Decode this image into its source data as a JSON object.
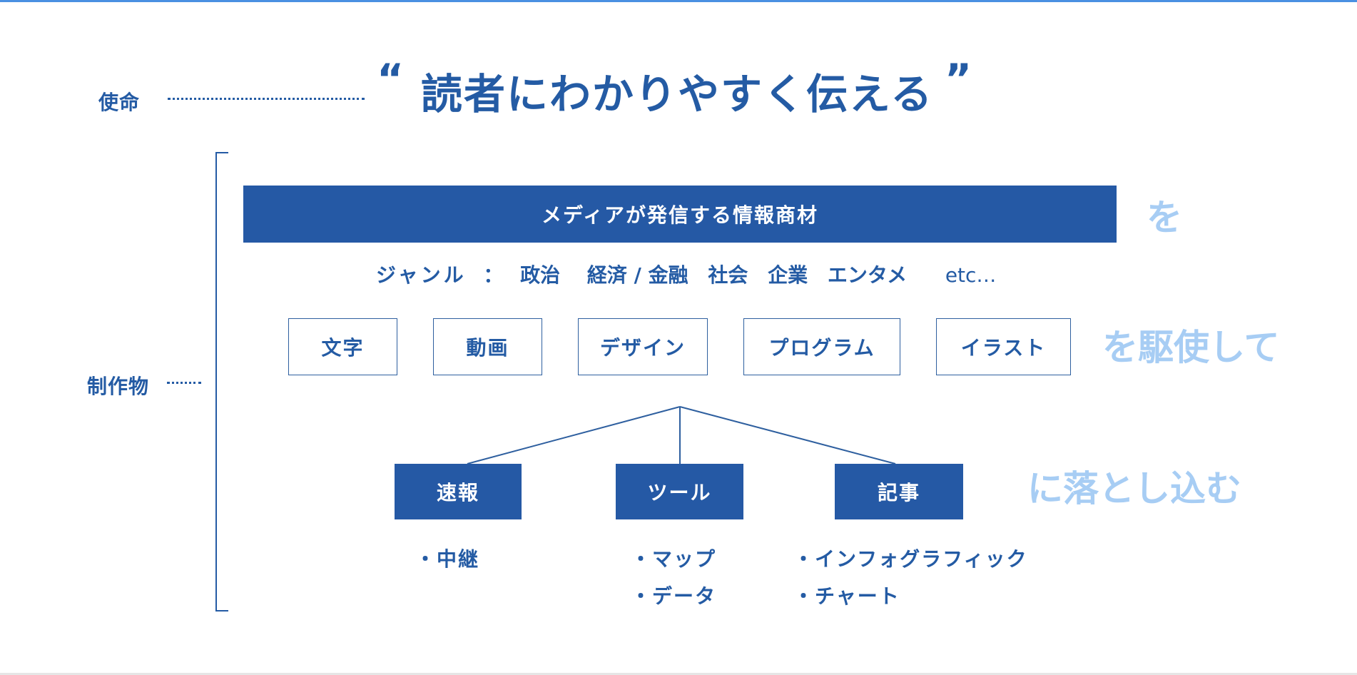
{
  "mission": {
    "label": "使命",
    "open_quote": "“",
    "text": "読者にわかりやすく伝える",
    "close_quote": "”"
  },
  "products": {
    "label": "制作物"
  },
  "media": {
    "banner": "メディアが発信する情報商材",
    "accent": "を"
  },
  "genre": {
    "label": "ジャンル",
    "separator": "：",
    "items": [
      "政治",
      "経済 / 金融",
      "社会",
      "企業",
      "エンタメ",
      "etc…"
    ]
  },
  "skills": {
    "items": [
      "文字",
      "動画",
      "デザイン",
      "プログラム",
      "イラスト"
    ],
    "accent": "を駆使して"
  },
  "outputs": {
    "items": [
      {
        "title": "速報",
        "bullets": [
          "・中継"
        ]
      },
      {
        "title": "ツール",
        "bullets": [
          "・マップ",
          "・データ"
        ]
      },
      {
        "title": "記事",
        "bullets": [
          "・インフォグラフィック",
          "・チャート"
        ]
      }
    ],
    "accent": "に落とし込む"
  },
  "colors": {
    "primary": "#2559a5",
    "accent_light": "#a7cdf4",
    "top_rule": "#4a90e2"
  }
}
